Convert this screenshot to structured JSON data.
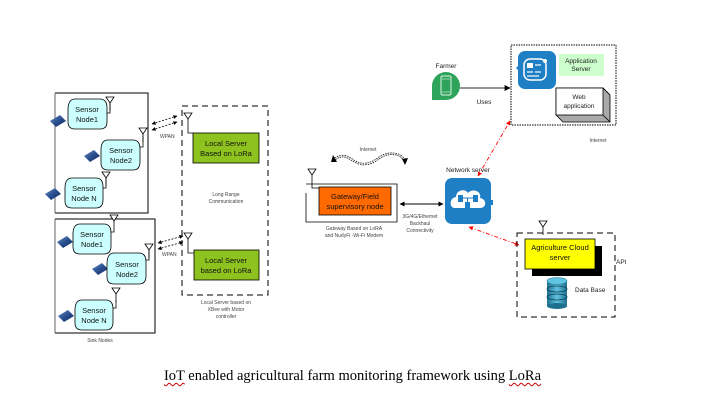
{
  "diagram": {
    "caption": {
      "prefix_underlined": "IoT",
      "middle": " enabled agricultural farm monitoring framework using ",
      "suffix_underlined": "LoRa"
    },
    "sensor_groups": [
      {
        "nodes": [
          {
            "line1": "Sensor",
            "line2": "Node1"
          },
          {
            "line1": "Sensor",
            "line2": "Node2"
          },
          {
            "line1": "Sensor",
            "line2": "Node N"
          }
        ],
        "link_label": "WPAN"
      },
      {
        "nodes": [
          {
            "line1": "Sensor",
            "line2": "Node1"
          },
          {
            "line1": "Sensor",
            "line2": "Node2"
          },
          {
            "line1": "Sensor",
            "line2": "Node N"
          }
        ],
        "link_label": "WPAN"
      }
    ],
    "sink_nodes_label": "Sink Nodes",
    "local_servers": [
      {
        "line1": "Local Server",
        "line2": "Based on LoRa"
      },
      {
        "line1": "Local Server",
        "line2": "based on LoRa"
      }
    ],
    "long_range_label": {
      "line1": "Long Range",
      "line2": "Communication"
    },
    "local_server_caption": {
      "line1": "Local Server based on",
      "line2": "XBee with Motor",
      "line3": "controller"
    },
    "internet_label": "Internet",
    "gateway": {
      "line1": "Gateway/Field",
      "line2": "supervisory node"
    },
    "gateway_caption": {
      "line1": "Gateway Based on LoRA",
      "line2": "and NudyFi -Wi-Fi Modem"
    },
    "backhaul_label": {
      "line1": "3G/4G/Ethernet",
      "line2": "Backhaul",
      "line3": "Connectivity"
    },
    "network_server_label": "Network server",
    "farmer_label": "Farmer",
    "uses_label": "Uses",
    "application_server": {
      "line1": "Application",
      "line2": "Server"
    },
    "web_application": {
      "line1": "Web",
      "line2": "application"
    },
    "app_internet_label": "Internet",
    "cloud_server": {
      "line1": "Agriculture Cloud",
      "line2": "server"
    },
    "database_label": "Data Base",
    "api_label": "API",
    "colors": {
      "sensor_fill": "#ccffff",
      "local_server_fill": "#8dc21f",
      "gateway_fill": "#ff6a00",
      "blue_icon": "#1e7fc4",
      "farmer_green": "#2ea35a",
      "app_server_label_bg": "#ccffcc",
      "cloud_fill": "#ffff00",
      "db_fill": "#3ba3c4",
      "red_arrow": "#ff0000"
    }
  }
}
